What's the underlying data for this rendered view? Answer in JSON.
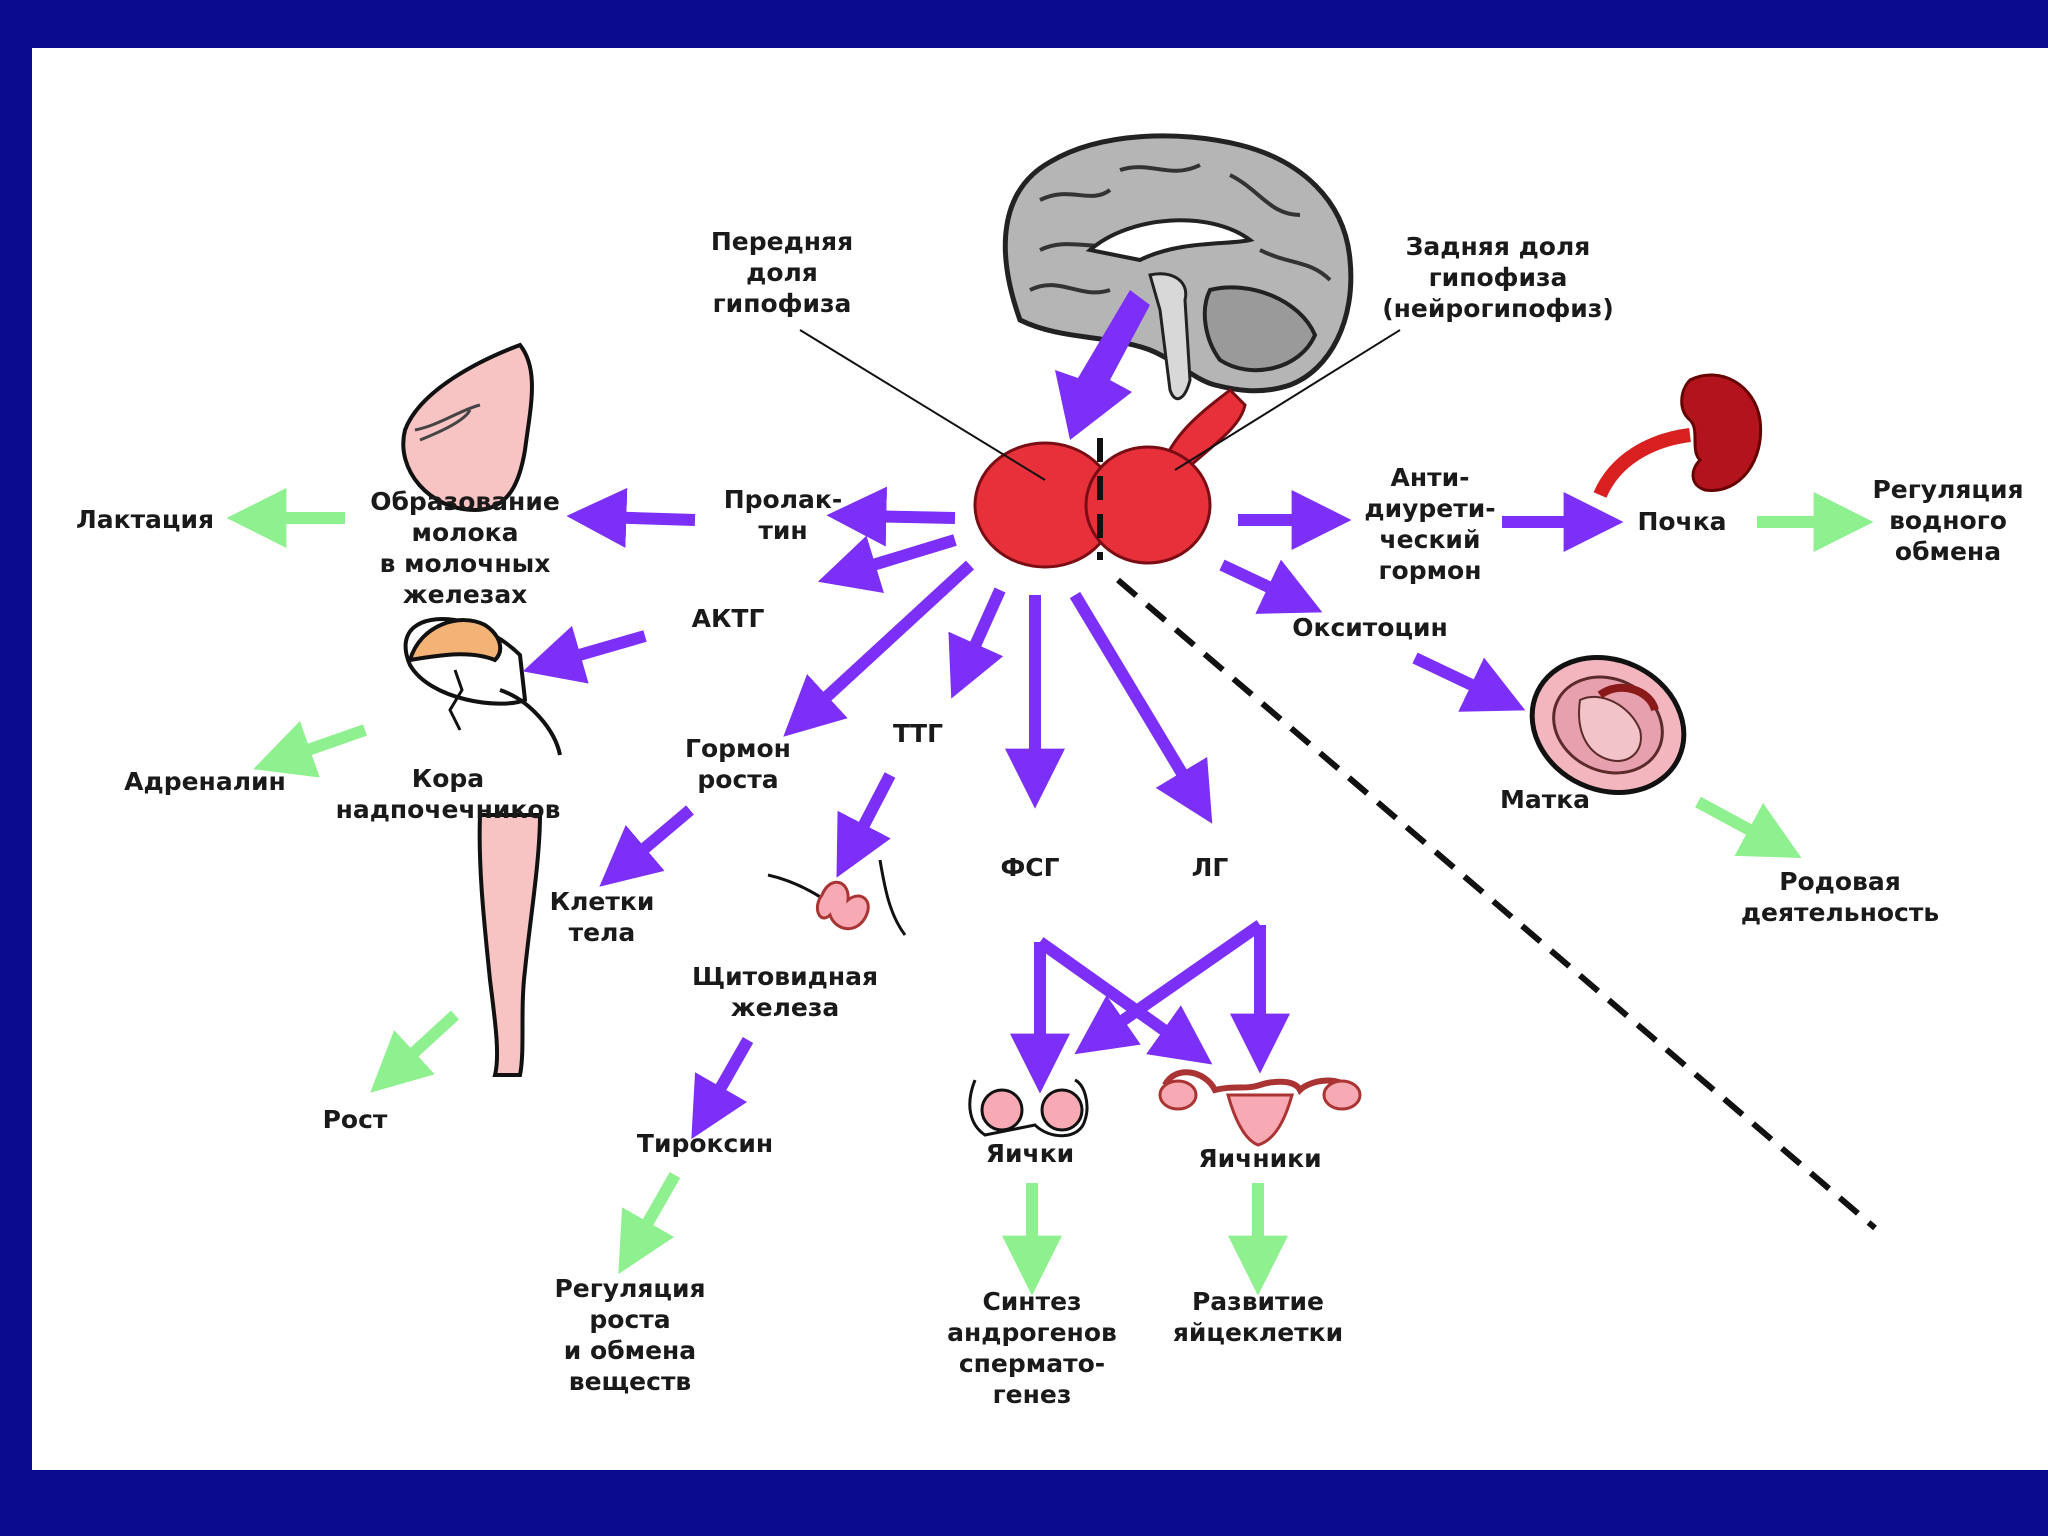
{
  "colors": {
    "background": "#0b0b8f",
    "panel": "#ffffff",
    "hormone_arrow": "#7b2ff7",
    "effect_arrow": "#8ef08e",
    "pituitary": "#e8303a",
    "brain": "#b5b5b5"
  },
  "labels": {
    "anterior": [
      "Передняя",
      "доля",
      "гипофиза"
    ],
    "posterior": [
      "Задняя доля",
      "гипофиза",
      "(нейрогипофиз)"
    ],
    "lactation": [
      "Лактация"
    ],
    "milk": [
      "Образование",
      "молока",
      "в молочных",
      "железах"
    ],
    "prolactin": [
      "Пролак-",
      "тин"
    ],
    "actg": [
      "АКТГ"
    ],
    "adrenaline": [
      "Адреналин"
    ],
    "adrenal_cortex": [
      "Кора",
      "надпочечников"
    ],
    "growth_hormone": [
      "Гормон",
      "роста"
    ],
    "ttg": [
      "ТТГ"
    ],
    "body_cells": [
      "Клетки",
      "тела"
    ],
    "growth": [
      "Рост"
    ],
    "thyroid": [
      "Щитовидная",
      "железа"
    ],
    "thyroxine": [
      "Тироксин"
    ],
    "growth_regulation": [
      "Регуляция",
      "роста",
      "и обмена",
      "веществ"
    ],
    "fsg": [
      "ФСГ"
    ],
    "lg": [
      "ЛГ"
    ],
    "testes": [
      "Яички"
    ],
    "ovaries": [
      "Яичники"
    ],
    "androgen": [
      "Синтез",
      "андрогенов",
      "сперматo-",
      "генез"
    ],
    "egg": [
      "Развитие",
      "яйцеклетки"
    ],
    "adh": [
      "Анти-",
      "диурети-",
      "ческий",
      "гормон"
    ],
    "kidney": [
      "Почка"
    ],
    "water": [
      "Регуляция",
      "водного",
      "обмена"
    ],
    "oxytocin": [
      "Окситоцин"
    ],
    "uterus": [
      "Матка"
    ],
    "labor": [
      "Родовая",
      "деятельность"
    ]
  },
  "icons": [
    "brain-icon",
    "pituitary-icon",
    "breast-icon",
    "adrenal-icon",
    "leg-icon",
    "thyroid-icon",
    "testes-icon",
    "ovaries-icon",
    "kidney-icon",
    "uterus-icon"
  ]
}
